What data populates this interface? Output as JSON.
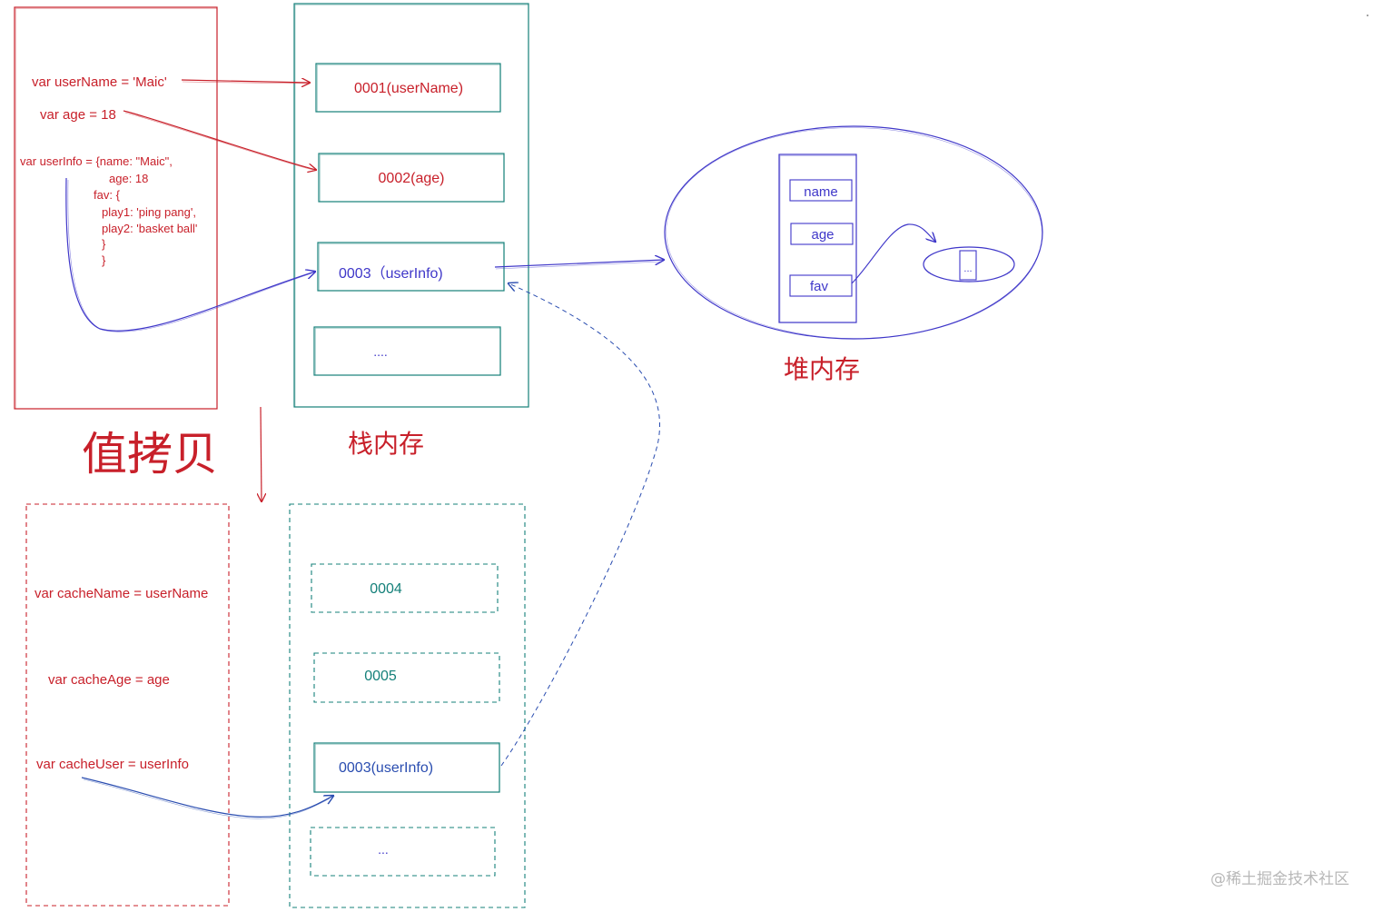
{
  "colors": {
    "red": "#c8202a",
    "teal": "#15807a",
    "blue": "#3f37c9",
    "darkblue": "#2a4db0",
    "gray": "#b8b8b8"
  },
  "code_top": {
    "username_line": "var userName = 'Maic'",
    "age_line": "var age = 18",
    "userinfo_lines": [
      "var userInfo = {name: \"Maic\",",
      "age: 18",
      "fav: {",
      "play1: 'ping pang',",
      "play2: 'basket ball'",
      "}",
      "}"
    ]
  },
  "stack_top": {
    "cells": [
      "0001(userName)",
      "0002(age)",
      "0003（userInfo)",
      "...."
    ],
    "caption": "栈内存"
  },
  "heap": {
    "fields": [
      "name",
      "age",
      "fav"
    ],
    "nested": "...",
    "caption": "堆内存"
  },
  "copy_title": "值拷贝",
  "code_bottom": {
    "lines": [
      "var cacheName = userName",
      "var cacheAge = age",
      "var cacheUser = userInfo"
    ]
  },
  "stack_bottom": {
    "cells": [
      "0004",
      "0005",
      "0003(userInfo)",
      "..."
    ]
  },
  "watermark": "@稀土掘金技术社区"
}
